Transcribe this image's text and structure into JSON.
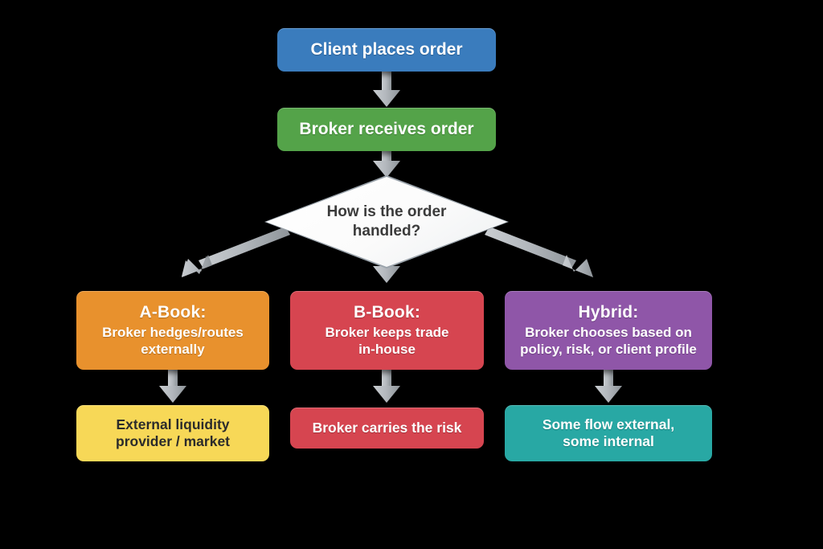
{
  "diagram": {
    "title": "Order handling flow (A-Book / B-Book / Hybrid)",
    "type": "flowchart",
    "background_color": "#000000",
    "nodes": {
      "client_order": {
        "label": "Client places order",
        "shape": "rounded-rectangle",
        "color": "#3a7cbd",
        "text_color": "#ffffff"
      },
      "broker_receives": {
        "label": "Broker receives order",
        "shape": "rounded-rectangle",
        "color": "#54a349",
        "text_color": "#ffffff"
      },
      "decision": {
        "label": "How is the order handled?",
        "line1": "How is the order",
        "line2": "handled?",
        "shape": "diamond",
        "color": "#ffffff",
        "border_color": "#9aa3ab",
        "text_color": "#3b3b3b"
      },
      "a_book": {
        "title": "A-Book:",
        "line1": "Broker hedges/routes",
        "line2": "externally",
        "shape": "rounded-rectangle",
        "color": "#e8912d",
        "text_color": "#ffffff"
      },
      "b_book": {
        "title": "B-Book:",
        "line1": "Broker keeps trade",
        "line2": "in-house",
        "shape": "rounded-rectangle",
        "color": "#d64550",
        "text_color": "#ffffff"
      },
      "hybrid": {
        "title": "Hybrid:",
        "line1": "Broker chooses based on",
        "line2": "policy, risk, or client profile",
        "shape": "rounded-rectangle",
        "color": "#8f56a8",
        "text_color": "#ffffff"
      },
      "external_liquidity": {
        "line1": "External liquidity",
        "line2": "provider / market",
        "shape": "rounded-rectangle",
        "color": "#f7d857",
        "text_color": "#2b2b2b"
      },
      "broker_risk": {
        "label": "Broker carries the risk",
        "shape": "rounded-rectangle",
        "color": "#d64550",
        "text_color": "#ffffff"
      },
      "mixed_flow": {
        "line1": "Some flow external,",
        "line2": "some internal",
        "shape": "rounded-rectangle",
        "color": "#28a8a4",
        "text_color": "#ffffff"
      }
    },
    "edges": [
      {
        "from": "client_order",
        "to": "broker_receives",
        "style": "arrow-down"
      },
      {
        "from": "broker_receives",
        "to": "decision",
        "style": "arrow-down"
      },
      {
        "from": "decision",
        "to": "a_book",
        "style": "arrow-diagonal-left"
      },
      {
        "from": "decision",
        "to": "b_book",
        "style": "arrow-down"
      },
      {
        "from": "decision",
        "to": "hybrid",
        "style": "arrow-diagonal-right"
      },
      {
        "from": "a_book",
        "to": "external_liquidity",
        "style": "arrow-down"
      },
      {
        "from": "b_book",
        "to": "broker_risk",
        "style": "arrow-down"
      },
      {
        "from": "hybrid",
        "to": "mixed_flow",
        "style": "arrow-down"
      }
    ],
    "arrow_color": "#a8adb2"
  }
}
